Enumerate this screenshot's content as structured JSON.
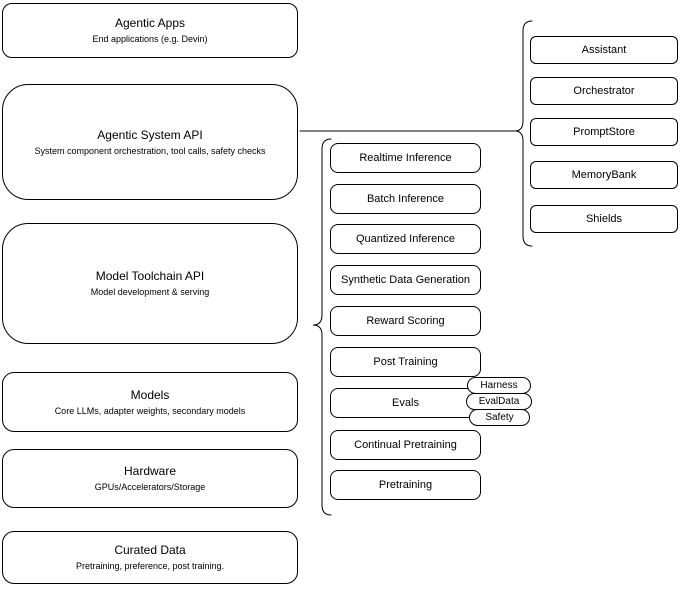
{
  "layers": [
    {
      "title": "Agentic Apps",
      "subtitle": "End applications (e.g. Devin)"
    },
    {
      "title": "Agentic System API",
      "subtitle": "System component orchestration, tool calls, safety checks"
    },
    {
      "title": "Model Toolchain API",
      "subtitle": "Model development & serving"
    },
    {
      "title": "Models",
      "subtitle": "Core LLMs, adapter weights, secondary models"
    },
    {
      "title": "Hardware",
      "subtitle": "GPUs/Accelerators/Storage"
    },
    {
      "title": "Curated Data",
      "subtitle": "Pretraining, preference, post training."
    }
  ],
  "toolchain_api_items": [
    "Realtime Inference",
    "Batch Inference",
    "Quantized Inference",
    "Synthetic Data Generation",
    "Reward Scoring",
    "Post Training",
    "Evals",
    "Continual Pretraining",
    "Pretraining"
  ],
  "evals_tags": [
    "Harness",
    "EvalData",
    "Safety"
  ],
  "system_api_components": [
    "Assistant",
    "Orchestrator",
    "PromptStore",
    "MemoryBank",
    "Shields"
  ],
  "colors": {
    "stroke": "#000000",
    "fill": "#ffffff",
    "background": "#ffffff",
    "text": "#000000"
  }
}
